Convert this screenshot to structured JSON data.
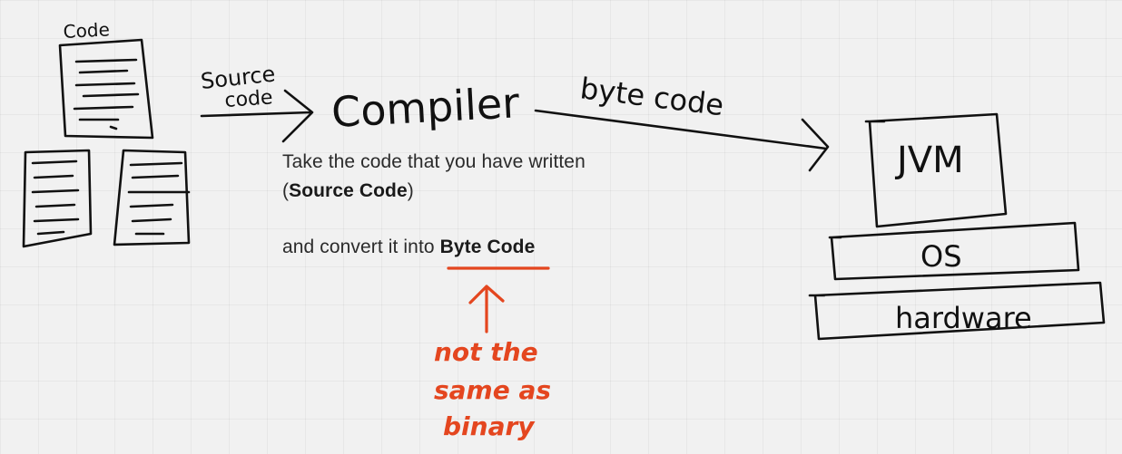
{
  "labels": {
    "code": "Code",
    "source_code_line1": "Source",
    "source_code_line2": "code",
    "compiler": "Compiler",
    "byte_code": "byte code",
    "jvm": "JVM",
    "os": "OS",
    "hardware": "hardware"
  },
  "note": {
    "line1": "Take the code that you have written",
    "line2_open": "(",
    "line2_bold": "Source Code",
    "line2_close": ")",
    "line3_text": "and convert it into ",
    "line3_bold": "Byte Code"
  },
  "annotation": {
    "line1": "not the",
    "line2": "same as",
    "line3": "binary"
  },
  "colors": {
    "ink": "#111111",
    "annotation": "#e4461f",
    "background": "#f1f1f1"
  }
}
